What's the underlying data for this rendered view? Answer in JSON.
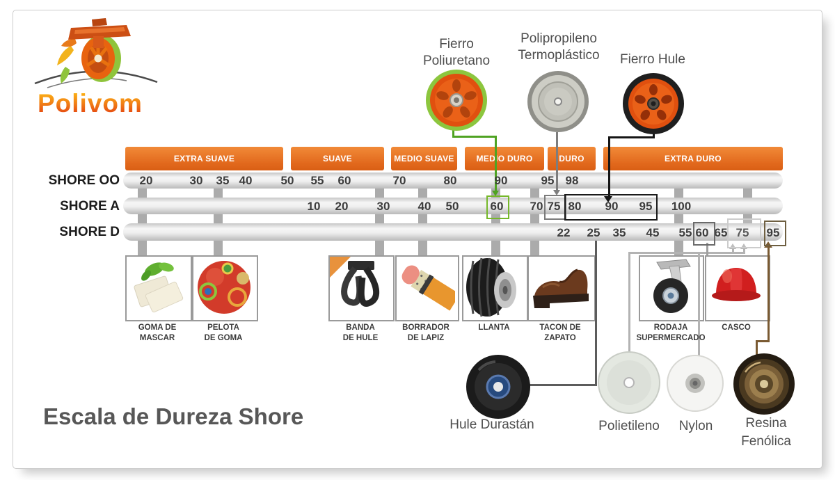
{
  "brand": {
    "name": "Polivom"
  },
  "title": "Escala de Dureza Shore",
  "top_wheels": [
    {
      "line1": "Fierro",
      "line2": "Poliuretano"
    },
    {
      "line1": "Polipropileno",
      "line2": "Termoplástico"
    },
    {
      "line1": "Fierro Hule",
      "line2": ""
    }
  ],
  "categories": [
    "EXTRA SUAVE",
    "SUAVE",
    "MEDIO SUAVE",
    "MEDIO DURO",
    "DURO",
    "EXTRA DURO"
  ],
  "scales": {
    "shore_oo": {
      "label": "SHORE OO",
      "values": [
        "20",
        "30",
        "35",
        "40",
        "50",
        "55",
        "60",
        "70",
        "80",
        "90",
        "95",
        "98"
      ]
    },
    "shore_a": {
      "label": "SHORE A",
      "values": [
        "10",
        "20",
        "30",
        "40",
        "50",
        "60",
        "70",
        "75",
        "80",
        "90",
        "95",
        "100"
      ]
    },
    "shore_d": {
      "label": "SHORE D",
      "values": [
        "22",
        "25",
        "35",
        "45",
        "55",
        "60",
        "65",
        "75",
        "95"
      ]
    }
  },
  "products": [
    {
      "line1": "GOMA DE",
      "line2": "MASCAR"
    },
    {
      "line1": "PELOTA",
      "line2": "DE GOMA"
    },
    {
      "line1": "BANDA",
      "line2": "DE HULE"
    },
    {
      "line1": "BORRADOR",
      "line2": "DE LAPIZ"
    },
    {
      "line1": "LLANTA",
      "line2": ""
    },
    {
      "line1": "TACON DE",
      "line2": "ZAPATO"
    },
    {
      "line1": "RODAJA",
      "line2": "SUPERMERCADO"
    },
    {
      "line1": "CASCO",
      "line2": ""
    }
  ],
  "bottom_wheels": [
    {
      "line1": "Hule Durastán",
      "line2": ""
    },
    {
      "line1": "Polietileno",
      "line2": ""
    },
    {
      "line1": "Nylon",
      "line2": ""
    },
    {
      "line1": "Resina",
      "line2": "Fenólica"
    }
  ],
  "colors": {
    "orange": "#e8711f",
    "green_connector": "#4fa322",
    "gray_connector": "#7d7d7d",
    "black_connector": "#1a1a1a",
    "brown_connector": "#7a5a32",
    "light_connector": "#b3b3b3"
  }
}
